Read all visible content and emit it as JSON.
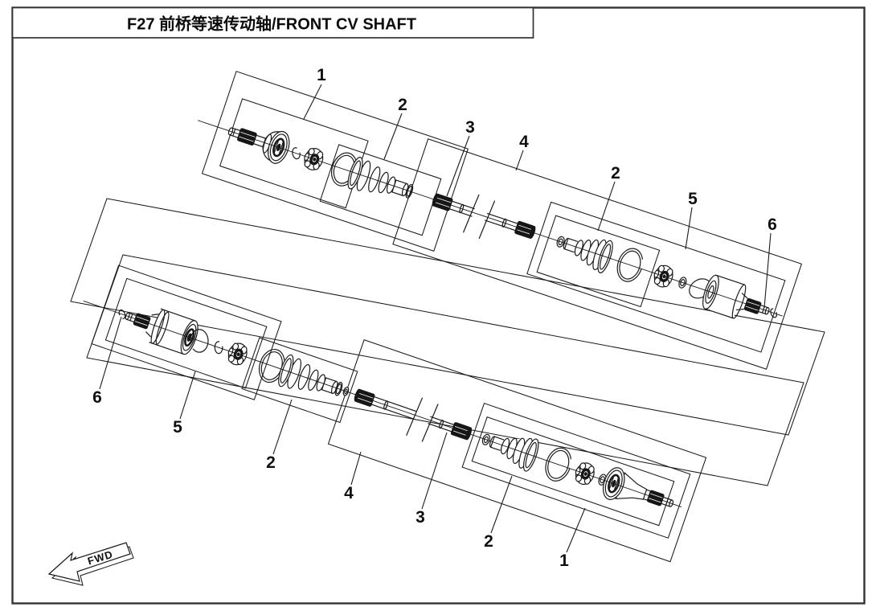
{
  "title_block": {
    "title": "F27 前桥等速传动轴/FRONT CV SHAFT"
  },
  "direction_indicator": {
    "label": "FWD"
  },
  "callouts": {
    "top_assembly": [
      {
        "label": "1"
      },
      {
        "label": "2"
      },
      {
        "label": "3"
      },
      {
        "label": "4"
      },
      {
        "label": "2"
      },
      {
        "label": "5"
      },
      {
        "label": "6"
      }
    ],
    "bottom_assembly": [
      {
        "label": "6"
      },
      {
        "label": "5"
      },
      {
        "label": "2"
      },
      {
        "label": "4"
      },
      {
        "label": "3"
      },
      {
        "label": "2"
      },
      {
        "label": "1"
      }
    ]
  },
  "colors": {
    "line": "#1a1a1a",
    "border": "#333333",
    "background": "#ffffff"
  }
}
